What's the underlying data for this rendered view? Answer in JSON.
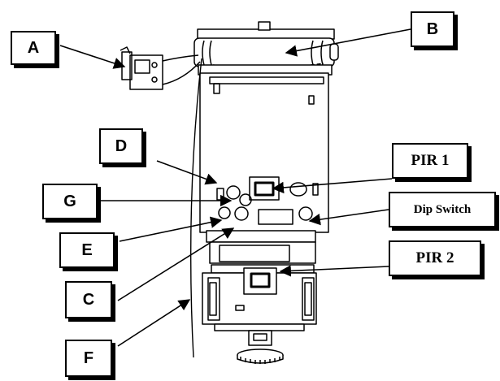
{
  "labels": {
    "a": "A",
    "b": "B",
    "c": "C",
    "d": "D",
    "e": "E",
    "f": "F",
    "g": "G",
    "pir1": "PIR 1",
    "pir2": "PIR 2",
    "dip_switch": "Dip Switch"
  },
  "colors": {
    "ink": "#000000",
    "paper": "#ffffff"
  }
}
